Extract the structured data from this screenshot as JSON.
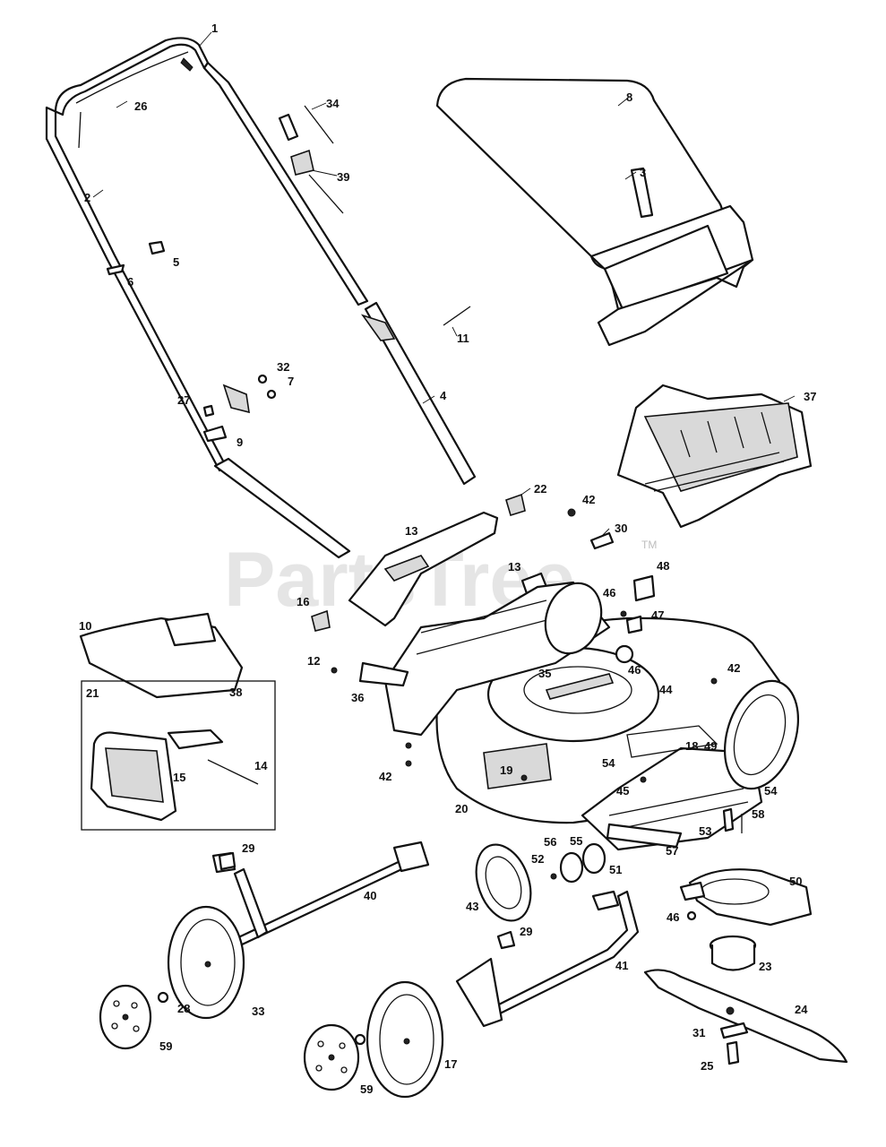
{
  "watermark": {
    "text": "PartsTree",
    "mark": "TM"
  },
  "inset_label": "21",
  "callouts": [
    "1",
    "2",
    "3",
    "4",
    "5",
    "6",
    "7",
    "8",
    "9",
    "10",
    "11",
    "12",
    "13",
    "13",
    "14",
    "15",
    "16",
    "17",
    "18",
    "19",
    "20",
    "22",
    "23",
    "24",
    "25",
    "26",
    "27",
    "28",
    "29",
    "29",
    "30",
    "31",
    "32",
    "33",
    "34",
    "35",
    "36",
    "37",
    "38",
    "39",
    "40",
    "41",
    "42",
    "42",
    "42",
    "43",
    "44",
    "45",
    "46",
    "46",
    "46",
    "47",
    "48",
    "49",
    "50",
    "51",
    "52",
    "53",
    "54",
    "54",
    "55",
    "56",
    "57",
    "58",
    "59",
    "59"
  ]
}
